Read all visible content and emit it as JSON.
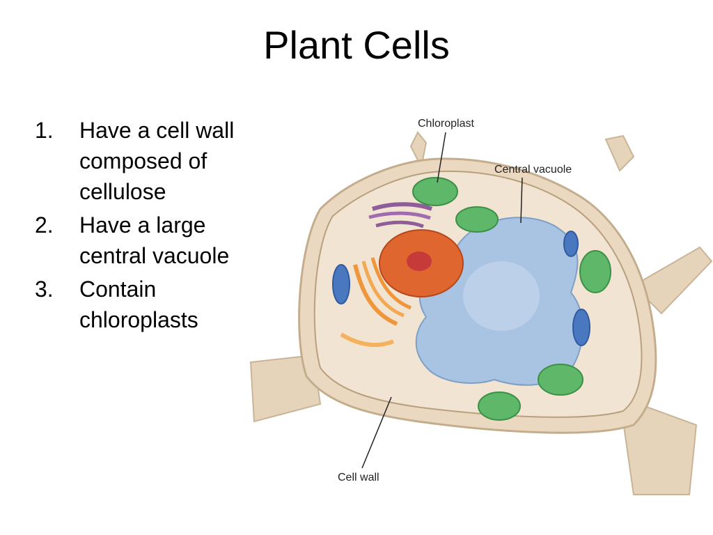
{
  "slide": {
    "title": "Plant Cells"
  },
  "bullets": [
    {
      "number": "1.",
      "text": "Have a cell wall composed of cellulose"
    },
    {
      "number": "2.",
      "text": "Have a large central vacuole"
    },
    {
      "number": "3.",
      "text": "Contain chloroplasts"
    }
  ],
  "diagram": {
    "labels": {
      "chloroplast": "Chloroplast",
      "central_vacuole": "Central vacuole",
      "cell_wall": "Cell wall"
    },
    "colors": {
      "cell_wall": "#ead9c0",
      "cytoplasm": "#f1e4d2",
      "vacuole": "#a9c3e2",
      "chloroplast": "#5fb86a",
      "nucleus": "#e0662f",
      "golgi": "#8e5d9a",
      "mitochondrion": "#4a78c0"
    }
  }
}
